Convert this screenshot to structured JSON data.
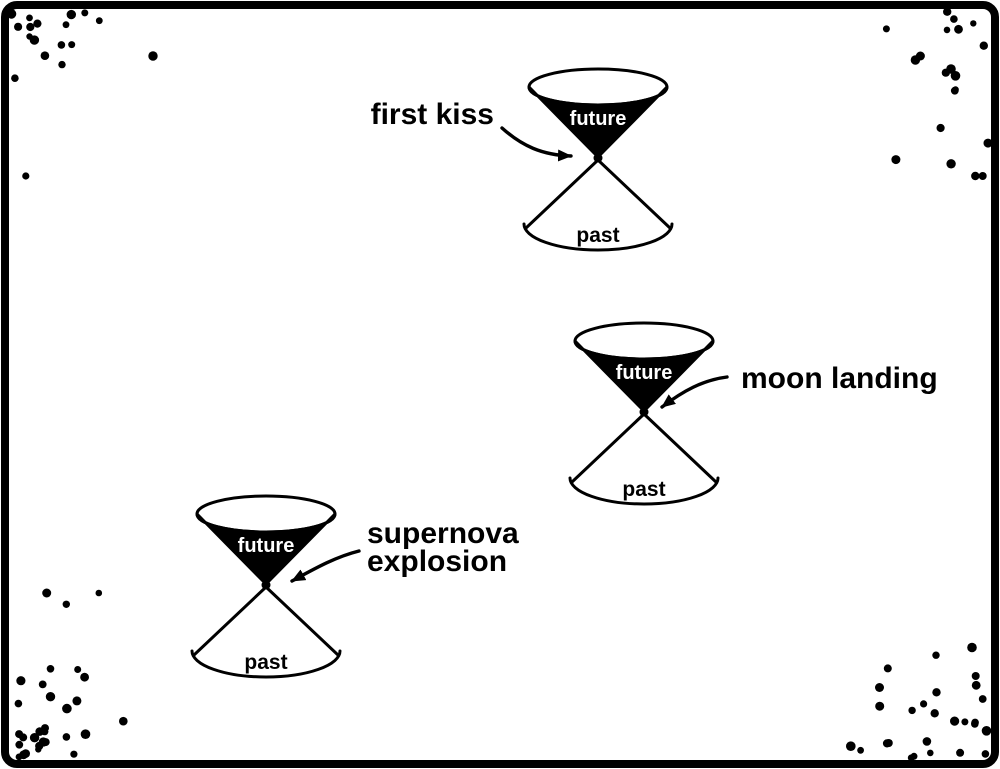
{
  "diagram": {
    "kind": "light-cone sketch",
    "events": [
      {
        "id": "first-kiss",
        "label": "first kiss",
        "label_lines": [
          "first kiss"
        ],
        "future_label": "future",
        "past_label": "past"
      },
      {
        "id": "moon-landing",
        "label": "moon landing",
        "label_lines": [
          "moon landing"
        ],
        "future_label": "future",
        "past_label": "past"
      },
      {
        "id": "supernova-explosion",
        "label": "supernova explosion",
        "label_lines": [
          "supernova",
          "explosion"
        ],
        "future_label": "future",
        "past_label": "past"
      }
    ]
  },
  "colors": {
    "ink": "#000000",
    "paper": "#ffffff",
    "cone_text": "#ffffff"
  }
}
